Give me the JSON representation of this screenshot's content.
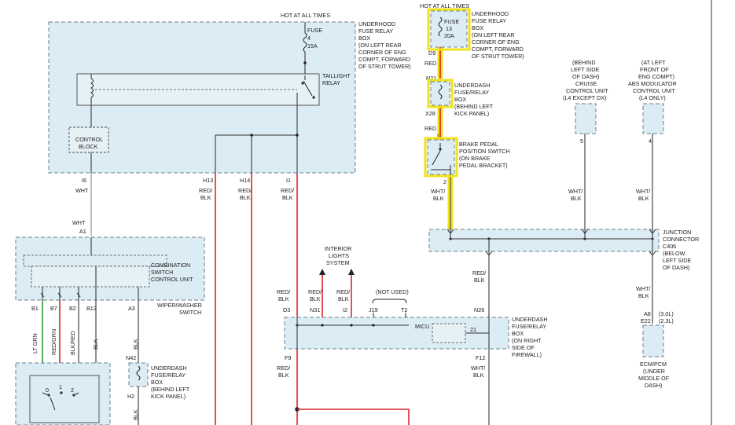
{
  "labels": {
    "hot_left": "HOT AT ALL TIMES",
    "hot_right": "HOT AT ALL TIMES",
    "fuse4_title": "FUSE",
    "fuse4_num": "4",
    "fuse4_amp": "15A",
    "underhood_left": [
      "UNDERHOOD",
      "FUSE RELAY",
      "BOX",
      "(ON LEFT REAR",
      "CORNER OF ENG",
      "COMPT, FORWARD",
      "OF STRUT TOWER)"
    ],
    "taillight_relay": [
      "TAILLIGHT",
      "RELAY"
    ],
    "control_block": [
      "CONTROL",
      "BLOCK"
    ],
    "fuse13_title": "FUSE",
    "fuse13_num": "13",
    "fuse13_amp": "20A",
    "underhood_right": [
      "UNDERHOOD",
      "FUSE RELAY",
      "BOX",
      "(ON LEFT REAR",
      "CORNER OF ENG",
      "COMPT, FORWARD",
      "OF STRUT TOWER)"
    ],
    "underdash_top": [
      "UNDERDASH",
      "FUSE/RELAY",
      "BOX",
      "(BEHIND LEFT",
      "KICK PANEL)"
    ],
    "brake_switch": [
      "BRAKE PEDAL",
      "POSITION SWITCH",
      "(ON BRAKE",
      "PEDAL BRACKET)"
    ],
    "cruise_unit": [
      "(BEHIND",
      "LEFT SIDE",
      "OF DASH)",
      "CRUISE",
      "CONTROL UNIT",
      "(L4 EXCEPT DX)"
    ],
    "abs_unit": [
      "(AT LEFT",
      "FRONT OF",
      "ENG COMPT)",
      "ABS MODULATOR",
      "CONTROL UNIT",
      "(L4 ONLY)"
    ],
    "junction": [
      "JUNCTION",
      "CONNECTOR",
      "C406",
      "(BELOW",
      "LEFT SIDE",
      "OF DASH)"
    ],
    "combo_switch": [
      "COMBINATION",
      "SWITCH",
      "CONTROL UNIT"
    ],
    "wiper_washer": [
      "WIPER/WASHER",
      "SWITCH"
    ],
    "interior_lights": [
      "INTERIOR",
      "LIGHTS",
      "SYSTEM"
    ],
    "not_used": "(NOT USED)",
    "micu": "MICU",
    "underdash_mid": [
      "UNDERDASH",
      "FUSE/RELAY",
      "BOX",
      "(ON RIGHT",
      "SIDE OF",
      "FIREWALL)"
    ],
    "underdash_left": [
      "UNDERDASH",
      "FUSE/RELAY",
      "BOX",
      "(BEHIND LEFT",
      "KICK PANEL)"
    ],
    "ecm": [
      "ECM/PCM",
      "(UNDER",
      "MIDDLE OF",
      "DASH)"
    ],
    "ecm_pins_a8": "A8",
    "ecm_pins_e22": "E22",
    "ecm_30": "(3.0L)",
    "ecm_23": "(2.3L)"
  },
  "pins": {
    "i6": "I6",
    "h13": "H13",
    "h14": "H14",
    "i1": "I1",
    "d9": "D9",
    "n21": "N21",
    "x28": "X28",
    "p1": "1",
    "p2": "2",
    "p5": "5",
    "p4": "4",
    "a1": "A1",
    "b1": "B1",
    "b7": "B7",
    "b2": "B2",
    "b12": "B12",
    "a3": "A3",
    "d3": "D3",
    "n31": "N31",
    "i2": "I2",
    "j19": "J19",
    "t2": "T2",
    "n26": "N26",
    "p21": "21",
    "f9": "F9",
    "f12": "F12",
    "n42": "N42",
    "h2": "H2",
    "s0": "0",
    "s1": "1",
    "s2": "2"
  },
  "wires": {
    "wht": "WHT",
    "wht2": "WHT",
    "redblk": [
      "RED/",
      "BLK"
    ],
    "red": "RED",
    "whtblk": [
      "WHT/",
      "BLK"
    ],
    "ltgrn": "LT GRN",
    "redgrn": "RED/GRN",
    "blkred": "BLK/RED",
    "blk": "BLK"
  },
  "colors": {
    "box_fill": "#dcecf4",
    "wire_red": "#d8262b",
    "wire_green": "#2c9a3c",
    "highlight": "#f0e21a"
  }
}
